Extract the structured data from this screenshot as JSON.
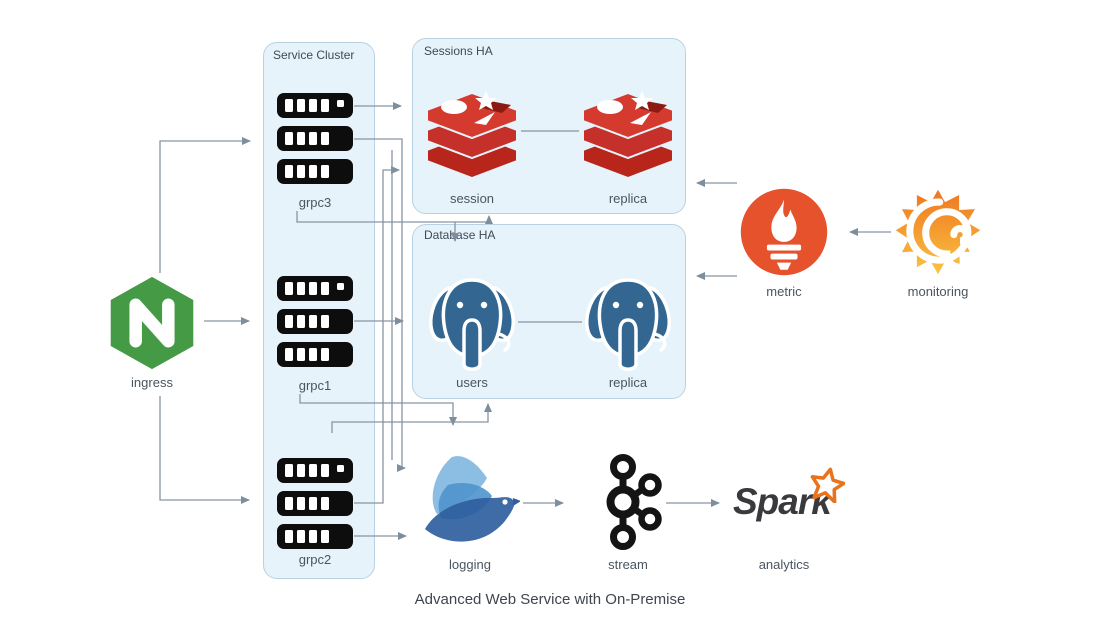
{
  "title": "Advanced Web Service with On-Premise",
  "groups": {
    "service_cluster": {
      "label": "Service Cluster"
    },
    "sessions_ha": {
      "label": "Sessions HA"
    },
    "database_ha": {
      "label": "Database HA"
    }
  },
  "nodes": {
    "ingress": {
      "label": "ingress",
      "icon": "nginx-icon"
    },
    "grpc3": {
      "label": "grpc3",
      "icon": "server-rack-icon"
    },
    "grpc1": {
      "label": "grpc1",
      "icon": "server-rack-icon"
    },
    "grpc2": {
      "label": "grpc2",
      "icon": "server-rack-icon"
    },
    "session": {
      "label": "session",
      "icon": "redis-icon"
    },
    "session_replica": {
      "label": "replica",
      "icon": "redis-icon"
    },
    "users": {
      "label": "users",
      "icon": "postgresql-icon"
    },
    "users_replica": {
      "label": "replica",
      "icon": "postgresql-icon"
    },
    "metric": {
      "label": "metric",
      "icon": "prometheus-icon"
    },
    "monitoring": {
      "label": "monitoring",
      "icon": "grafana-icon"
    },
    "logging": {
      "label": "logging",
      "icon": "bird-icon"
    },
    "stream": {
      "label": "stream",
      "icon": "kafka-icon"
    },
    "analytics": {
      "label": "analytics",
      "icon": "spark-icon",
      "wordmark": "Spark"
    }
  },
  "edges": [
    {
      "from": "ingress",
      "to": "grpc3"
    },
    {
      "from": "ingress",
      "to": "grpc1"
    },
    {
      "from": "ingress",
      "to": "grpc2"
    },
    {
      "from": "grpc3",
      "to": "session"
    },
    {
      "from": "grpc3",
      "to": "database_ha"
    },
    {
      "from": "grpc3",
      "to": "session (bottom)"
    },
    {
      "from": "grpc3",
      "to": "logging"
    },
    {
      "from": "grpc2",
      "to": "session"
    },
    {
      "from": "grpc1",
      "to": "users"
    },
    {
      "from": "grpc2",
      "to": "users"
    },
    {
      "from": "grpc1",
      "to": "logging"
    },
    {
      "from": "grpc2",
      "to": "logging"
    },
    {
      "from": "session",
      "to": "session_replica",
      "style": "plain"
    },
    {
      "from": "users",
      "to": "users_replica",
      "style": "plain"
    },
    {
      "from": "metric",
      "to": "sessions_ha"
    },
    {
      "from": "metric",
      "to": "database_ha"
    },
    {
      "from": "monitoring",
      "to": "metric"
    },
    {
      "from": "logging",
      "to": "stream"
    },
    {
      "from": "stream",
      "to": "analytics"
    }
  ],
  "colors": {
    "box_fill": "#e7f3fb",
    "box_border": "#b9d2e2",
    "connector": "#8795a3",
    "nginx_green": "#459b45",
    "redis_red": "#c6302b",
    "postgres_blue": "#336791",
    "prometheus_orange": "#e6522c",
    "grafana_orange_top": "#ef7622",
    "grafana_orange_bottom": "#f9c440",
    "kafka_black": "#141414",
    "spark_text": "#3a3a3e",
    "spark_star": "#e8731a",
    "bird_blue": "#2f5f9e",
    "label_gray": "#4a5560"
  }
}
